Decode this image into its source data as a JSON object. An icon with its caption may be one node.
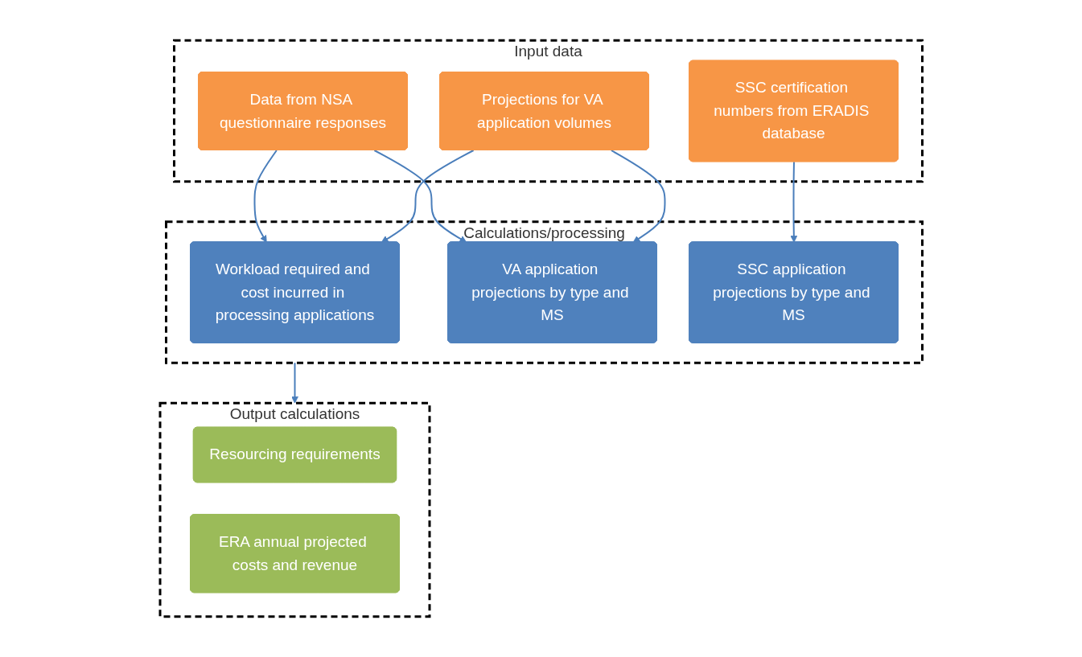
{
  "diagram": {
    "nodes": [
      {
        "text": [
          "Input data"
        ]
      },
      {
        "text": [
          "Data from NSA questionnaire responses"
        ],
        "in": 0
      },
      {
        "text": [
          "Projections for VA application volumes"
        ],
        "in": 0
      },
      {
        "text": [
          "SSC certification numbers from ERADIS database"
        ],
        "in": 0
      },
      {
        "text": [
          "Calculations/processing"
        ]
      },
      {
        "text": [
          "Workload required and cost incurred in processing applications"
        ],
        "in": 4
      },
      {
        "text": [
          "VA application projections by type and MS"
        ],
        "in": 4
      },
      {
        "text": [
          "SSC application projections by type and MS"
        ],
        "in": 4
      },
      {
        "text": [
          "Output calculations"
        ]
      },
      {
        "text": [
          "Resourcing requirements"
        ],
        "in": 8
      },
      {
        "text": [
          "ERA annual projected costs and revenue"
        ],
        "in": 8
      }
    ],
    "edges": [
      {
        "from": 1,
        "to": 5,
        "arrow": "to"
      },
      {
        "from": 1,
        "to": 6,
        "arrow": "to"
      },
      {
        "from": 2,
        "to": 5,
        "arrow": "to"
      },
      {
        "from": 2,
        "to": 6,
        "arrow": "to"
      },
      {
        "from": 3,
        "to": 7,
        "arrow": "to"
      },
      {
        "from": 4,
        "to": 8,
        "arrow": "to"
      }
    ]
  }
}
